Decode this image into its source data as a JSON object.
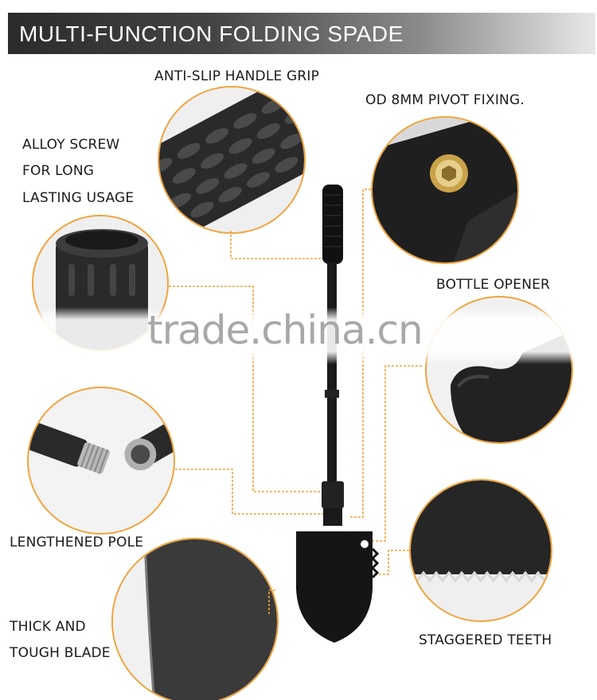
{
  "banner": {
    "title": "MULTI-FUNCTION FOLDING SPADE"
  },
  "labels": {
    "handle_grip": "ANTI-SLIP HANDLE GRIP",
    "pivot_fixing": "OD 8MM PIVOT FIXING.",
    "alloy_screw_line1": "ALLOY SCREW",
    "alloy_screw_line2": "FOR LONG",
    "alloy_screw_line3": "LASTING USAGE",
    "bottle_opener": "BOTTLE OPENER",
    "lengthened_pole": "LENGTHENED POLE",
    "blade_line1": "THICK AND",
    "blade_line2": "TOUGH BLADE",
    "staggered_teeth": "STAGGERED TEETH"
  },
  "watermark": "trade.china.cn",
  "colors": {
    "accent_orange": "#f0a23a",
    "banner_dark": "#2b2b2b",
    "tool_black": "#141414"
  }
}
